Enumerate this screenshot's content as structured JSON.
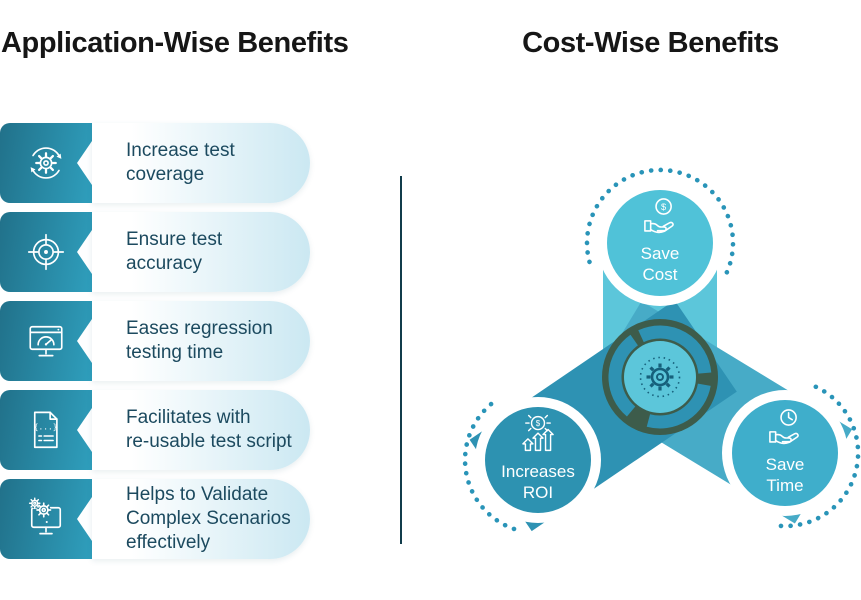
{
  "titles": {
    "left": "Application-Wise Benefits",
    "right": "Cost-Wise Benefits"
  },
  "application_benefits": {
    "braces_glyph": "{...}",
    "items": [
      {
        "label": "Increase test\ncoverage",
        "icon": "gear-refresh-icon"
      },
      {
        "label": "Ensure test\naccuracy",
        "icon": "target-icon"
      },
      {
        "label": "Eases regression\ntesting time",
        "icon": "monitor-gauge-icon"
      },
      {
        "label": "Facilitates with\nre-usable test script",
        "icon": "code-document-icon"
      },
      {
        "label": "Helps to Validate\nComplex Scenarios\neffectively",
        "icon": "monitor-gears-icon"
      }
    ]
  },
  "cost_benefits": {
    "currency_symbol": "$",
    "center_icon": "gear-cycle-icon",
    "nodes": [
      {
        "label": "Save\nCost",
        "icon": "hand-coin-icon"
      },
      {
        "label": "Increases\nROI",
        "icon": "coin-growth-arrows-icon"
      },
      {
        "label": "Save\nTime",
        "icon": "hand-clock-icon"
      }
    ]
  },
  "colors": {
    "icon_box_dark": "#21718A",
    "icon_box_light": "#2F9FBD",
    "arm_top": "#5CC6DA",
    "arm_left": "#2E92B3",
    "arm_right": "#47ABC7",
    "node_cost": "#50C2D8",
    "node_roi": "#2D92B1",
    "node_time": "#3FAECB",
    "center_disc": "#3D5C4B",
    "center_gear": "#16607B",
    "dots": "#2994B8",
    "text_dark": "#1C4A5F",
    "pill_tint": "#CBE8F2",
    "divider": "#113C4B",
    "title_text": "#161616"
  }
}
